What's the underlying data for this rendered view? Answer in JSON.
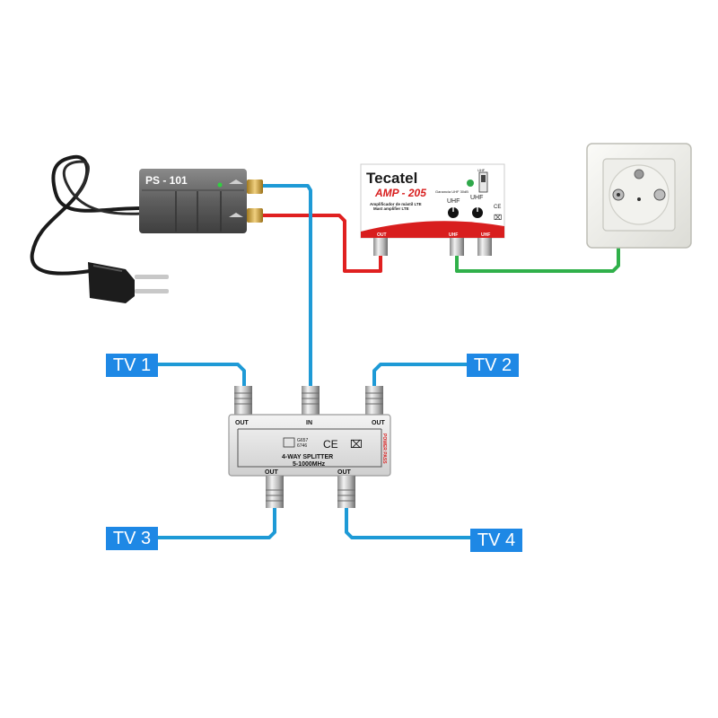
{
  "power_supply": {
    "model": "PS - 101"
  },
  "amplifier": {
    "brand": "Tecatel",
    "model": "AMP - 205",
    "desc_line1": "Amplificador de mástil LTE",
    "desc_line2": "Mast amplifier LTE",
    "gain_text": "Ganancia UHF 30dB",
    "uhf_label_left": "UHF",
    "uhf_label_right": "UHF",
    "out_label": "OUT",
    "port_uhf_1": "UHF",
    "port_uhf_2": "UHF",
    "switch_label": "UHF"
  },
  "splitter": {
    "in_label": "IN",
    "out_top_left": "OUT",
    "out_top_right": "OUT",
    "out_bottom_left": "OUT",
    "out_bottom_right": "OUT",
    "cert_text_1": "G657",
    "cert_text_2": "6746",
    "ce_mark": "CE",
    "name": "4-WAY SPLITTER",
    "freq": "5-1000MHz",
    "power_pass": "POWER PASS"
  },
  "outputs": [
    "TV 1",
    "TV 2",
    "TV 3",
    "TV 4"
  ],
  "colors": {
    "cable_blue": "#1e9ad6",
    "cable_red": "#e02020",
    "cable_green": "#30b04a",
    "label_bg": "#1e88e5",
    "amp_red": "#d81e1e"
  }
}
